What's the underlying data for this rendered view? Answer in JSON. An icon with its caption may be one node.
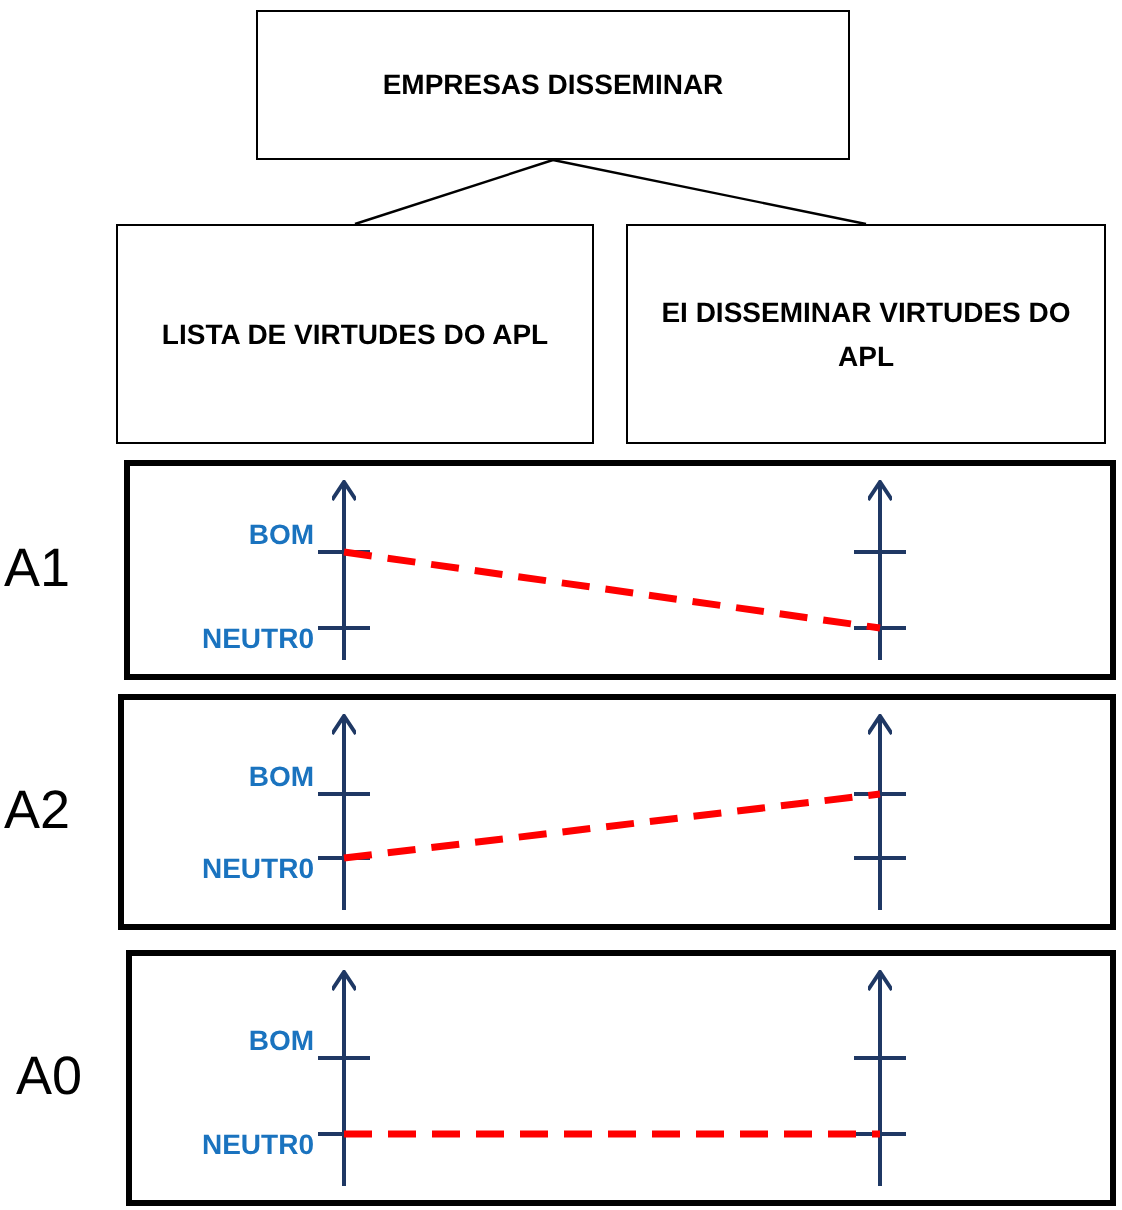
{
  "diagram": {
    "nodes": [
      {
        "text": [
          "EMPRESAS DISSEMINAR"
        ]
      },
      {
        "text": [
          "LISTA DE VIRTUDES DO APL"
        ]
      },
      {
        "text": [
          "EI DISSEMINAR VIRTUDES DO APL"
        ]
      },
      {
        "text": [
          "A1"
        ]
      },
      {
        "text": [
          "A2"
        ]
      },
      {
        "text": [
          "A0"
        ]
      }
    ],
    "edges": [
      {
        "from": 0,
        "to": 1,
        "arrow": "none"
      },
      {
        "from": 0,
        "to": 2,
        "arrow": "none"
      }
    ],
    "labels": [
      "BOM",
      "NEUTR0",
      "BOM",
      "NEUTR0",
      "BOM",
      "NEUTR0"
    ]
  }
}
